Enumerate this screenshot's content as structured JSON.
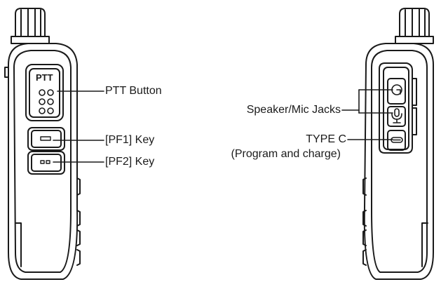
{
  "left_radio": {
    "ptt_badge": "PTT",
    "labels": {
      "ptt": "PTT Button",
      "pf1": "[PF1] Key",
      "pf2": "[PF2] Key"
    }
  },
  "right_radio": {
    "labels": {
      "jacks": "Speaker/Mic Jacks",
      "type_c_line1": "TYPE C",
      "type_c_line2": "(Program and charge)"
    },
    "icons": [
      "headphone-jack-icon",
      "microphone-icon",
      "usb-c-icon"
    ]
  },
  "colors": {
    "outline": "#1a1a1a",
    "fill": "#ffffff"
  }
}
